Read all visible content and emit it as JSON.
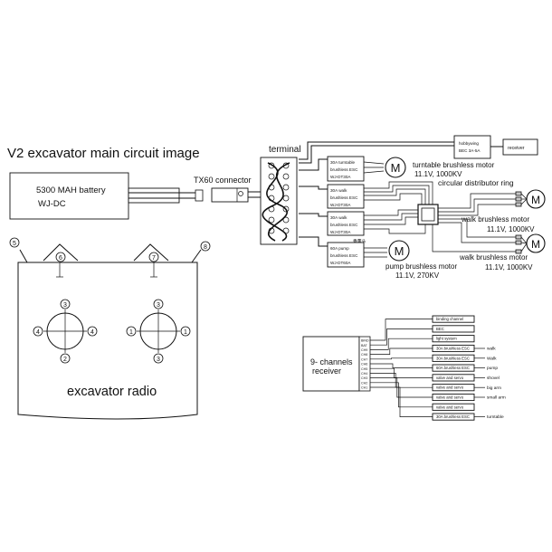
{
  "title": "V2 excavator main circuit image",
  "battery": {
    "line1": "5300 MAH battery",
    "line2": "WJ-DC"
  },
  "connector_label": "TX60 connector",
  "terminal_label": "terminal",
  "hobbywing": {
    "line1": "hobbywing",
    "line2": "BEC 3A-5A"
  },
  "receiver_small": "receiver",
  "esc_turntable": [
    "30A turntable",
    "brushless ESC",
    "WJ-DT30A"
  ],
  "esc_walk1": [
    "30A walk",
    "brushless ESC",
    "WJ-DT30A"
  ],
  "esc_walk2": [
    "30A walk",
    "brushless ESC",
    "WJ-DT30A"
  ],
  "esc_pump": [
    "60A pump",
    "brushless ESC",
    "WJ-DT60A"
  ],
  "small_note": "香薰头",
  "motor_glyph": "M",
  "turntable_motor": {
    "line1": "turntable brushless motor",
    "line2": "11.1V, 1000KV"
  },
  "distributor_label": "circular distributor ring",
  "walk_motor_1": {
    "line1": "walk brushless motor",
    "line2": "11.1V, 1000KV"
  },
  "walk_motor_2": {
    "line1": "walk brushless motor",
    "line2": "11.1V, 1000KV"
  },
  "pump_motor": {
    "line1": "pump brushless motor",
    "line2": "11.1V, 270KV"
  },
  "radio": {
    "label": "excavator radio",
    "markers": [
      "5",
      "6",
      "7",
      "8"
    ],
    "left_stick": [
      "3",
      "4",
      "4",
      "2"
    ],
    "right_stick": [
      "3",
      "1",
      "1",
      "3"
    ]
  },
  "receiver9": {
    "label_line1": "9- channels",
    "label_line2": "receiver",
    "ports": [
      "BIND",
      "BAT",
      "CH9",
      "CH8",
      "CH7",
      "CH6",
      "CH5",
      "CH4",
      "CH3",
      "CH2",
      "CH1"
    ],
    "devices": [
      "binding channel",
      "BEC",
      "light system",
      "30A brushless ESC",
      "30A brushless ESC",
      "60A brushless ESC",
      "valve and servo",
      "valve and servo",
      "valve and servo",
      "valve and servo",
      "30A brushless ESC"
    ],
    "functions": [
      "walk",
      "Walk",
      "pump",
      "shovel",
      "big arm",
      "small arm",
      "turntable"
    ]
  }
}
